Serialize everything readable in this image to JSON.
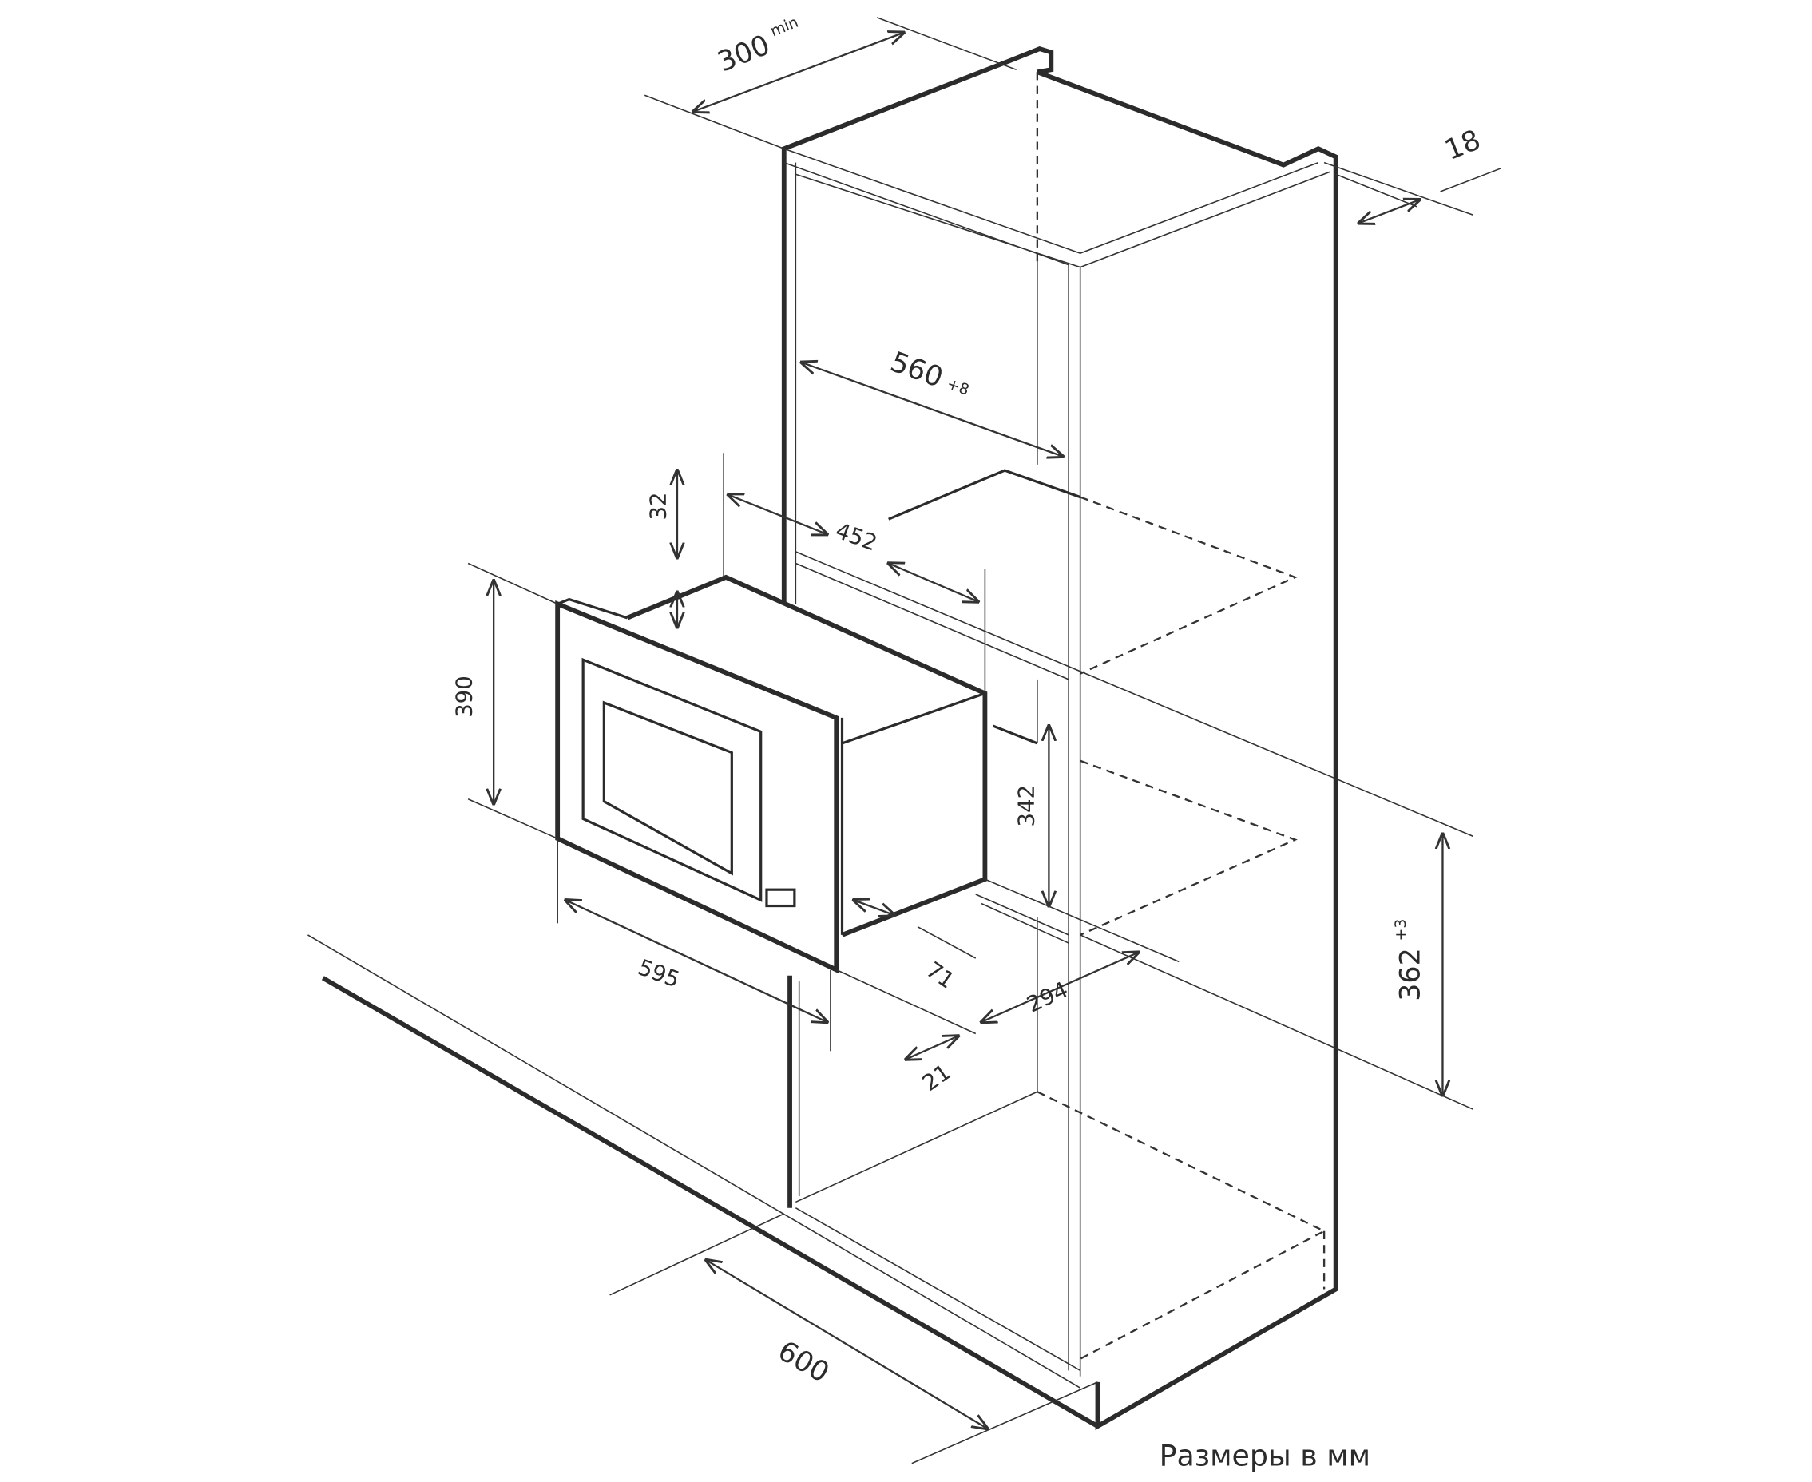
{
  "dimensions": {
    "niche_depth_min": {
      "value": "300",
      "suffix": "min"
    },
    "panel_thickness": {
      "value": "18"
    },
    "niche_width": {
      "value": "560",
      "tolerance": "+8"
    },
    "body_depth": {
      "value": "452"
    },
    "top_offset": {
      "value": "32"
    },
    "frame_height": {
      "value": "390"
    },
    "body_height": {
      "value": "342"
    },
    "niche_height": {
      "value": "362",
      "tolerance": "+3"
    },
    "frame_width": {
      "value": "595"
    },
    "side_offset": {
      "value": "71"
    },
    "inner_depth": {
      "value": "294"
    },
    "frame_thickness": {
      "value": "21"
    },
    "cabinet_width": {
      "value": "600"
    }
  },
  "caption": "Размеры в мм",
  "colors": {
    "line": "#2b2b2b",
    "background": "#ffffff"
  }
}
